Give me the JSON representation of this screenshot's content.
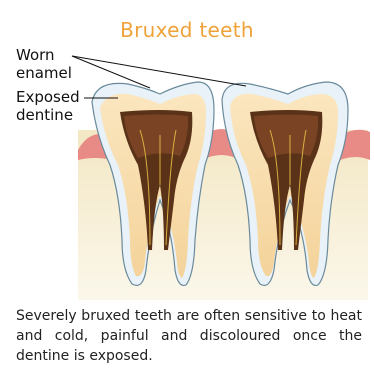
{
  "title": "Bruxed teeth",
  "labels": {
    "worn_enamel_line1": "Worn",
    "worn_enamel_line2": "enamel",
    "exposed_dentine_line1": "Exposed",
    "exposed_dentine_line2": "dentine"
  },
  "caption": "Severely bruxed teeth are often sensitive to heat and cold, painful and discoloured once the dentine is exposed.",
  "colors": {
    "title": "#f0a23a",
    "enamel": "#dcecf5",
    "dentine": "#f8deb0",
    "pulp": "#5a3218",
    "gum": "#e88a86",
    "bone": "#f6f0d6"
  }
}
